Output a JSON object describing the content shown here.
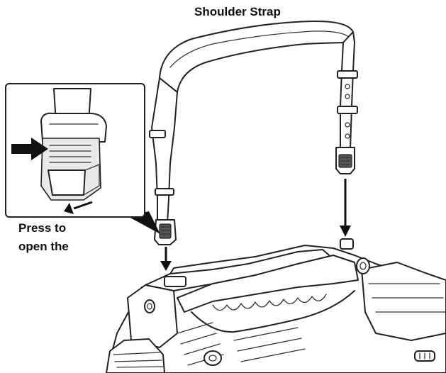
{
  "labels": {
    "title": "Shoulder Strap",
    "press_line_1": "Press to",
    "press_line_2": "open the"
  },
  "icons": {
    "press-arrow": "arrow-right-filled",
    "slide-arrow": "arrow-down-left",
    "attach-arrows": "arrow-down"
  },
  "colors": {
    "ink": "#222222",
    "background": "#ffffff"
  }
}
